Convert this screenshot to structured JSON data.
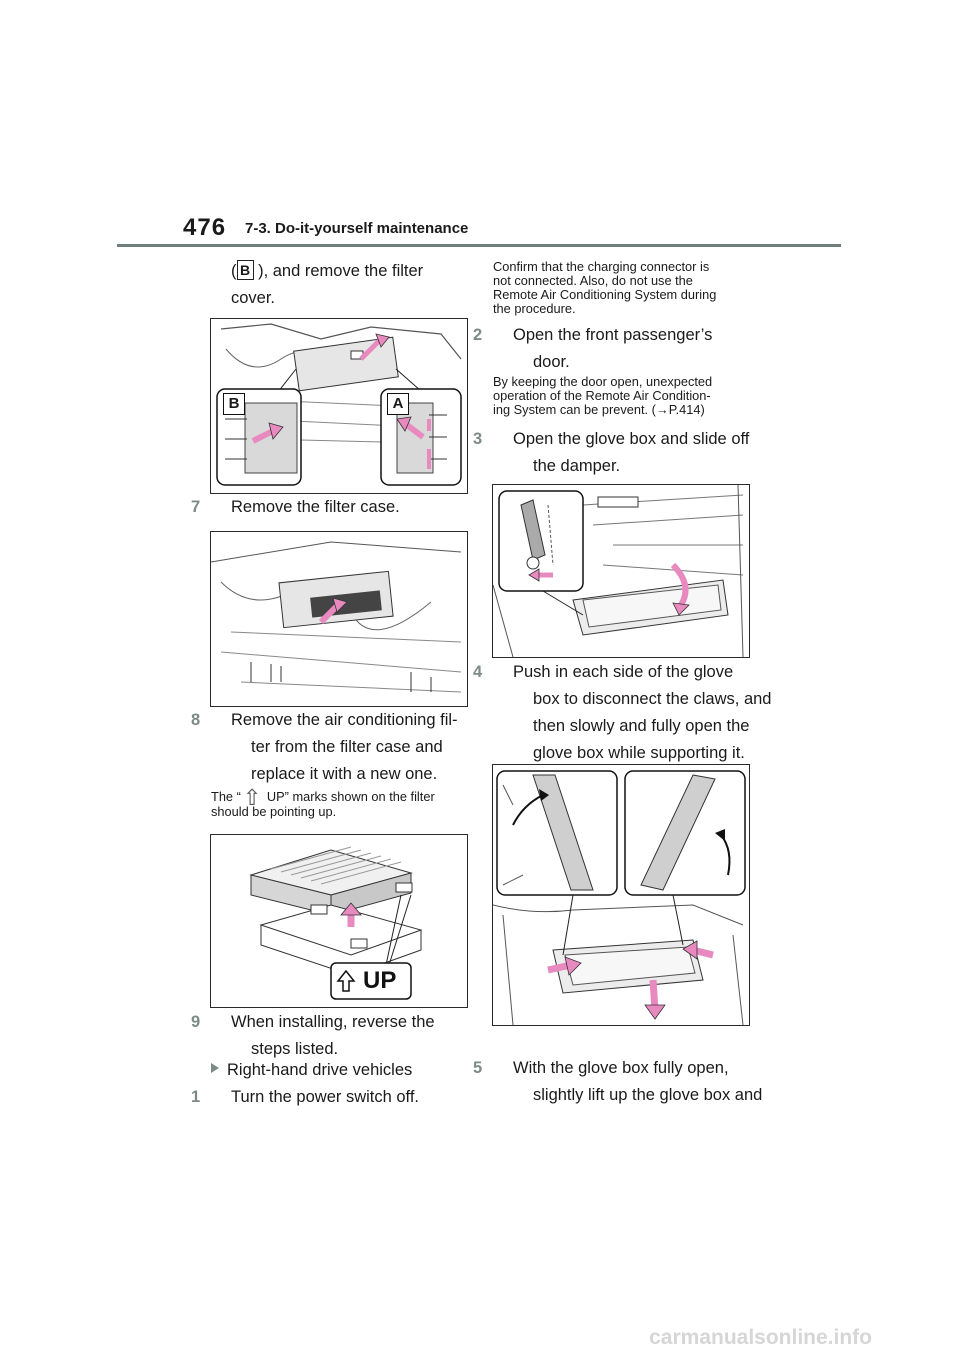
{
  "header": {
    "page_number": "476",
    "section": "7-3. Do-it-yourself maintenance"
  },
  "left": {
    "cont_open": "(",
    "cont_label_b": "B",
    "cont_line1": " ), and remove the filter",
    "cont_line2": "cover.",
    "fig1": {
      "label_b": "B",
      "label_a": "A"
    },
    "step7": {
      "num": "7",
      "text": "Remove the filter case."
    },
    "step8": {
      "num": "8",
      "line1": "Remove the air conditioning fil-",
      "line2": "ter from the filter case and",
      "line3": "replace it with a new one."
    },
    "note_up": {
      "pre": "The “",
      "post": " UP” marks shown on the filter",
      "line2": "should be pointing up."
    },
    "fig3": {
      "up_label": "UP"
    },
    "step9": {
      "num": "9",
      "line1": "When installing, reverse the",
      "line2": "steps listed."
    },
    "rhd": {
      "text": "Right-hand drive vehicles"
    },
    "step1": {
      "num": "1",
      "text": "Turn the power switch off."
    }
  },
  "right": {
    "note1": {
      "line1": "Confirm that the charging connector is",
      "line2": "not connected. Also, do not use the",
      "line3": "Remote Air Conditioning System during",
      "line4": "the procedure."
    },
    "step2": {
      "num": "2",
      "line1": "Open the front passenger’s",
      "line2": "door."
    },
    "note2": {
      "line1": "By keeping the door open, unexpected",
      "line2": "operation of the Remote Air Condition-",
      "line3": "ing System can be prevent. (",
      "arrow": "→",
      "ref": "P.414)"
    },
    "step3": {
      "num": "3",
      "line1": "Open the glove box and slide off",
      "line2": "the damper."
    },
    "step4": {
      "num": "4",
      "line1": "Push in each side of the glove",
      "line2": "box to disconnect the claws, and",
      "line3": "then slowly and fully open the",
      "line4": "glove box while supporting it."
    },
    "step5": {
      "num": "5",
      "line1": "With the glove box fully open,",
      "line2": "slightly lift up the glove box and"
    }
  },
  "watermark": "carmanualsonline.info",
  "colors": {
    "accent": "#7d8b87",
    "arrow_pink": "#e88ac0",
    "rule": "#6f7f7c"
  }
}
